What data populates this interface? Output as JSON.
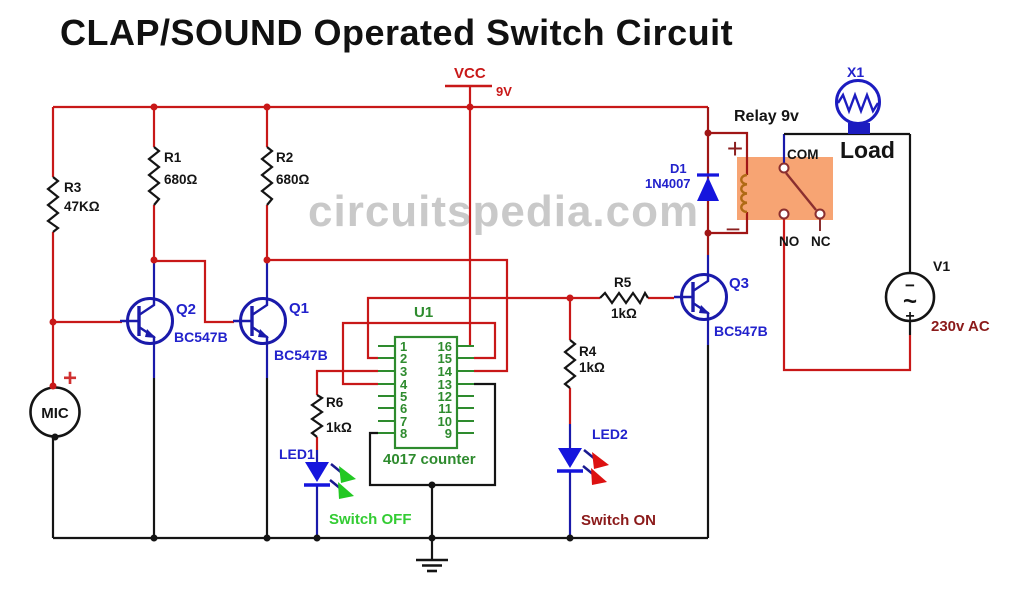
{
  "title": "CLAP/SOUND Operated Switch Circuit",
  "watermark": "circuitspedia.com",
  "power": {
    "label": "VCC",
    "voltage": "9V"
  },
  "mic": {
    "label": "MIC",
    "polarity": "+"
  },
  "resistors": {
    "r1": {
      "ref": "R1",
      "value": "680Ω"
    },
    "r2": {
      "ref": "R2",
      "value": "680Ω"
    },
    "r3": {
      "ref": "R3",
      "value": "47KΩ"
    },
    "r4": {
      "ref": "R4",
      "value": "1kΩ"
    },
    "r5": {
      "ref": "R5",
      "value": "1kΩ"
    },
    "r6": {
      "ref": "R6",
      "value": "1kΩ"
    }
  },
  "transistors": {
    "q1": {
      "ref": "Q1",
      "part": "BC547B"
    },
    "q2": {
      "ref": "Q2",
      "part": "BC547B"
    },
    "q3": {
      "ref": "Q3",
      "part": "BC547B"
    }
  },
  "diode": {
    "ref": "D1",
    "part": "1N4007"
  },
  "ic": {
    "ref": "U1",
    "name": "4017 counter",
    "pins_left": [
      "1",
      "2",
      "3",
      "4",
      "5",
      "6",
      "7",
      "8"
    ],
    "pins_right": [
      "16",
      "15",
      "14",
      "13",
      "12",
      "11",
      "10",
      "9"
    ]
  },
  "leds": {
    "led1": {
      "ref": "LED1",
      "caption": "Switch OFF"
    },
    "led2": {
      "ref": "LED2",
      "caption": "Switch ON"
    }
  },
  "relay": {
    "label": "Relay 9v",
    "plus": "+",
    "minus": "−",
    "contacts": {
      "com": "COM",
      "no": "NO",
      "nc": "NC"
    }
  },
  "load": {
    "ref": "X1",
    "label": "Load"
  },
  "source": {
    "ref": "V1",
    "value": "230v AC",
    "minus": "−",
    "wave": "~",
    "plus": "+"
  },
  "colors": {
    "wire_red": "#c81818",
    "wire_dark_red": "#a01616",
    "wire_black": "#141414",
    "component_blue": "#2222cc",
    "led_fill_blue": "#1515dd",
    "ic_green": "#2e8b2e",
    "switch_off_green": "#33cc33",
    "switch_on_maroon": "#8b1a1a",
    "relay_fill": "#f7a473",
    "coil_orange": "#b06a14",
    "watermark_gray": "#b8b8b8"
  }
}
